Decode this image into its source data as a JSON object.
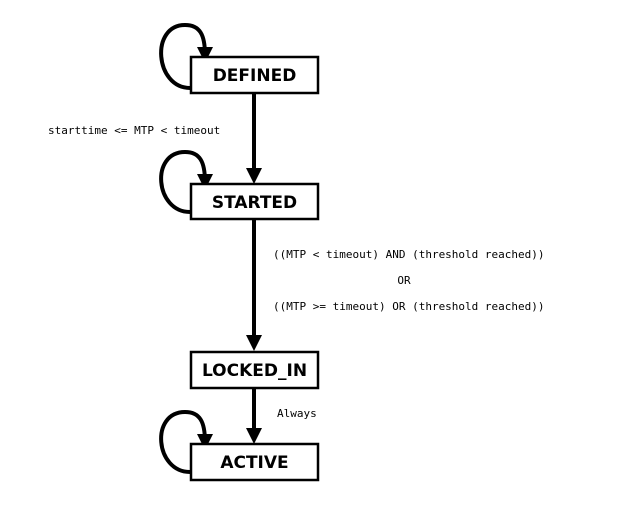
{
  "diagram": {
    "states": {
      "defined": "DEFINED",
      "started": "STARTED",
      "locked_in": "LOCKED_IN",
      "active": "ACTIVE"
    },
    "transitions": {
      "defined_to_started": "starttime <= MTP < timeout",
      "started_to_locked_in_line1": "((MTP < timeout) AND (threshold reached))",
      "started_to_locked_in_or": "OR",
      "started_to_locked_in_line2": "((MTP >= timeout) OR (threshold reached))",
      "locked_in_to_active": "Always"
    },
    "colors": {
      "stroke": "#000000",
      "background": "#ffffff"
    }
  }
}
